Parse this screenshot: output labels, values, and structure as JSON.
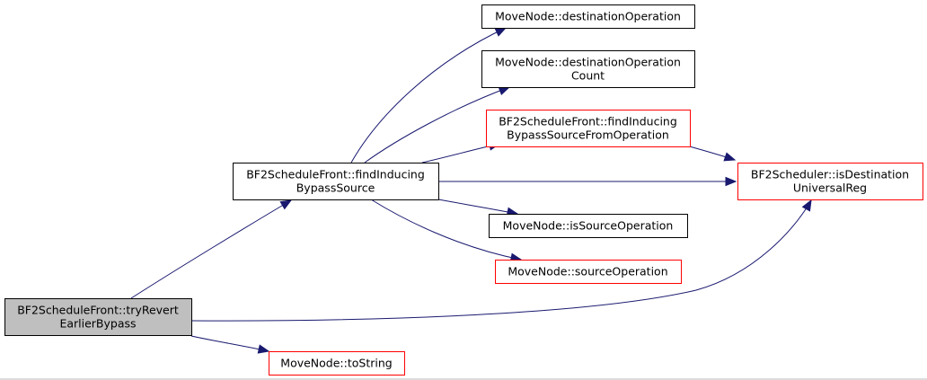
{
  "colors": {
    "edge": "#191970",
    "root_fill": "#bfbfbf",
    "node_fill": "#ffffff",
    "normal_border": "#000000",
    "highlight_border": "#ff0000"
  },
  "nodes": [
    {
      "id": "tryRevert",
      "lines": [
        "BF2ScheduleFront::tryRevert",
        "EarlierBypass"
      ],
      "style": "root"
    },
    {
      "id": "findBypass",
      "lines": [
        "BF2ScheduleFront::findInducing",
        "BypassSource"
      ],
      "style": "normal"
    },
    {
      "id": "toString",
      "lines": [
        "MoveNode::toString"
      ],
      "style": "highlight"
    },
    {
      "id": "destOp",
      "lines": [
        "MoveNode::destinationOperation"
      ],
      "style": "normal"
    },
    {
      "id": "destOpCount",
      "lines": [
        "MoveNode::destinationOperation",
        "Count"
      ],
      "style": "normal"
    },
    {
      "id": "findFromOp",
      "lines": [
        "BF2ScheduleFront::findInducing",
        "BypassSourceFromOperation"
      ],
      "style": "highlight"
    },
    {
      "id": "isDestUR",
      "lines": [
        "BF2Scheduler::isDestination",
        "UniversalReg"
      ],
      "style": "highlight"
    },
    {
      "id": "isSrcOp",
      "lines": [
        "MoveNode::isSourceOperation"
      ],
      "style": "normal"
    },
    {
      "id": "srcOp",
      "lines": [
        "MoveNode::sourceOperation"
      ],
      "style": "highlight"
    }
  ],
  "edges": [
    {
      "from": "tryRevert",
      "to": "findBypass"
    },
    {
      "from": "tryRevert",
      "to": "isDestUR"
    },
    {
      "from": "tryRevert",
      "to": "toString"
    },
    {
      "from": "findBypass",
      "to": "destOp"
    },
    {
      "from": "findBypass",
      "to": "destOpCount"
    },
    {
      "from": "findBypass",
      "to": "findFromOp"
    },
    {
      "from": "findBypass",
      "to": "isDestUR"
    },
    {
      "from": "findBypass",
      "to": "isSrcOp"
    },
    {
      "from": "findBypass",
      "to": "srcOp"
    },
    {
      "from": "findFromOp",
      "to": "isDestUR"
    }
  ]
}
